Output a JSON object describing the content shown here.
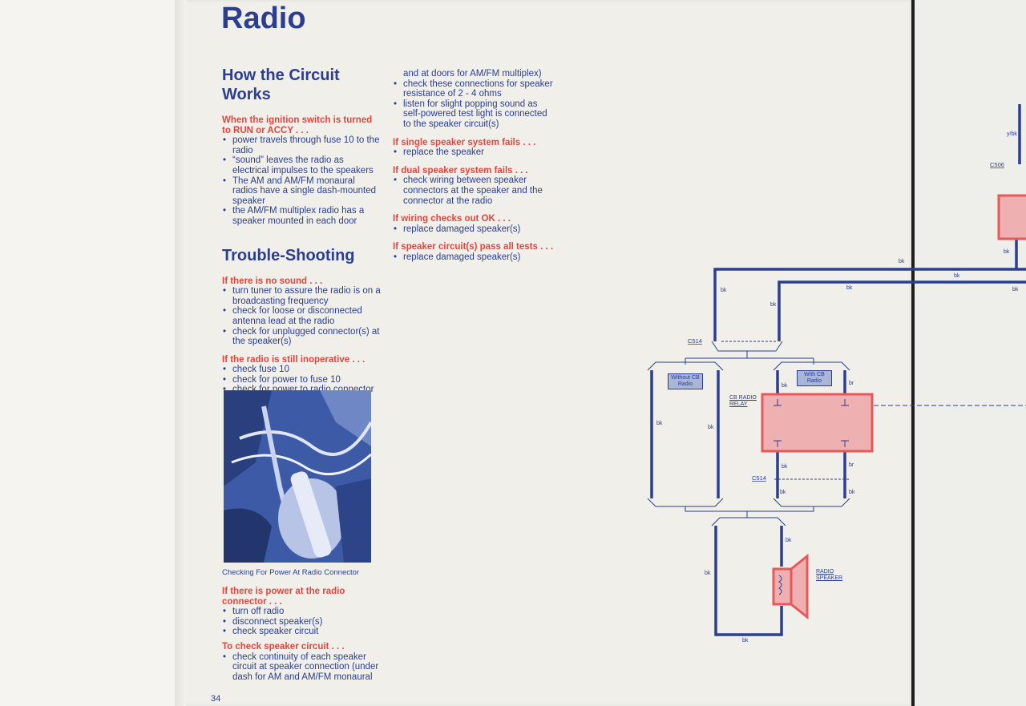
{
  "page": {
    "title": "Radio",
    "page_number": "34"
  },
  "left_column": {
    "how_heading": "How the Circuit Works",
    "how_condition": "When the ignition switch is turned to RUN or ACCY . . .",
    "how_items": [
      "power travels through fuse 10 to the radio",
      "“sound” leaves the radio as electrical impulses to the speakers",
      "The AM and AM/FM monaural radios have a single dash-mounted speaker",
      "the AM/FM multiplex radio has a speaker mounted in each door"
    ],
    "trouble_heading": "Trouble-Shooting",
    "no_sound_condition": "If there is no sound . . .",
    "no_sound_items": [
      "turn tuner to assure the radio is on a broadcasting frequency",
      "check for loose or disconnected antenna lead at the radio",
      "check for unplugged connector(s) at the speaker(s)"
    ],
    "inoperative_condition": "If the radio is still inoperative . . .",
    "inoperative_items": [
      "check fuse 10",
      "check for power to fuse 10",
      "check for power to radio connector"
    ],
    "photo_caption": "Checking For Power At Radio Connector",
    "power_condition": "If there is power at the radio connector . . .",
    "power_items": [
      "turn off radio",
      "disconnect speaker(s)",
      "check speaker circuit"
    ],
    "speaker_circuit_condition": "To check speaker circuit . . .",
    "speaker_circuit_items": [
      "check continuity of each speaker circuit at speaker connection (under dash for AM and AM/FM monaural"
    ]
  },
  "right_column": {
    "continued_text": "and at doors for AM/FM multiplex)",
    "continued_items": [
      "check these connections for speaker resistance of 2 - 4 ohms",
      "listen for slight popping sound as self-powered test light is connected to the speaker circuit(s)"
    ],
    "single_fail_condition": "If single speaker system fails . . .",
    "single_fail_items": [
      "replace the speaker"
    ],
    "dual_fail_condition": "If dual speaker system fails . . .",
    "dual_fail_items": [
      "check wiring between speaker connectors at the speaker and the connector at the radio"
    ],
    "wiring_ok_condition": "If wiring checks out OK . . .",
    "wiring_ok_items": [
      "replace damaged speaker(s)"
    ],
    "pass_tests_condition": "If speaker circuit(s) pass all tests . . .",
    "pass_tests_items": [
      "replace damaged speaker(s)"
    ]
  },
  "diagram": {
    "wire_label": "bk",
    "brown_wire_label": "br",
    "yellow_black_label": "y/bk",
    "connector_c514": "C514",
    "connector_c506": "C506",
    "without_cb": "Without CB Radio",
    "with_cb": "With CB Radio",
    "cb_relay": "CB RADIO RELAY",
    "speaker": "RADIO SPEAKER",
    "colors": {
      "wire": "#2c3e8f",
      "component": "#e8585a",
      "component_fill": "#eeb0b0",
      "label_box": "#a9b6d8"
    }
  }
}
